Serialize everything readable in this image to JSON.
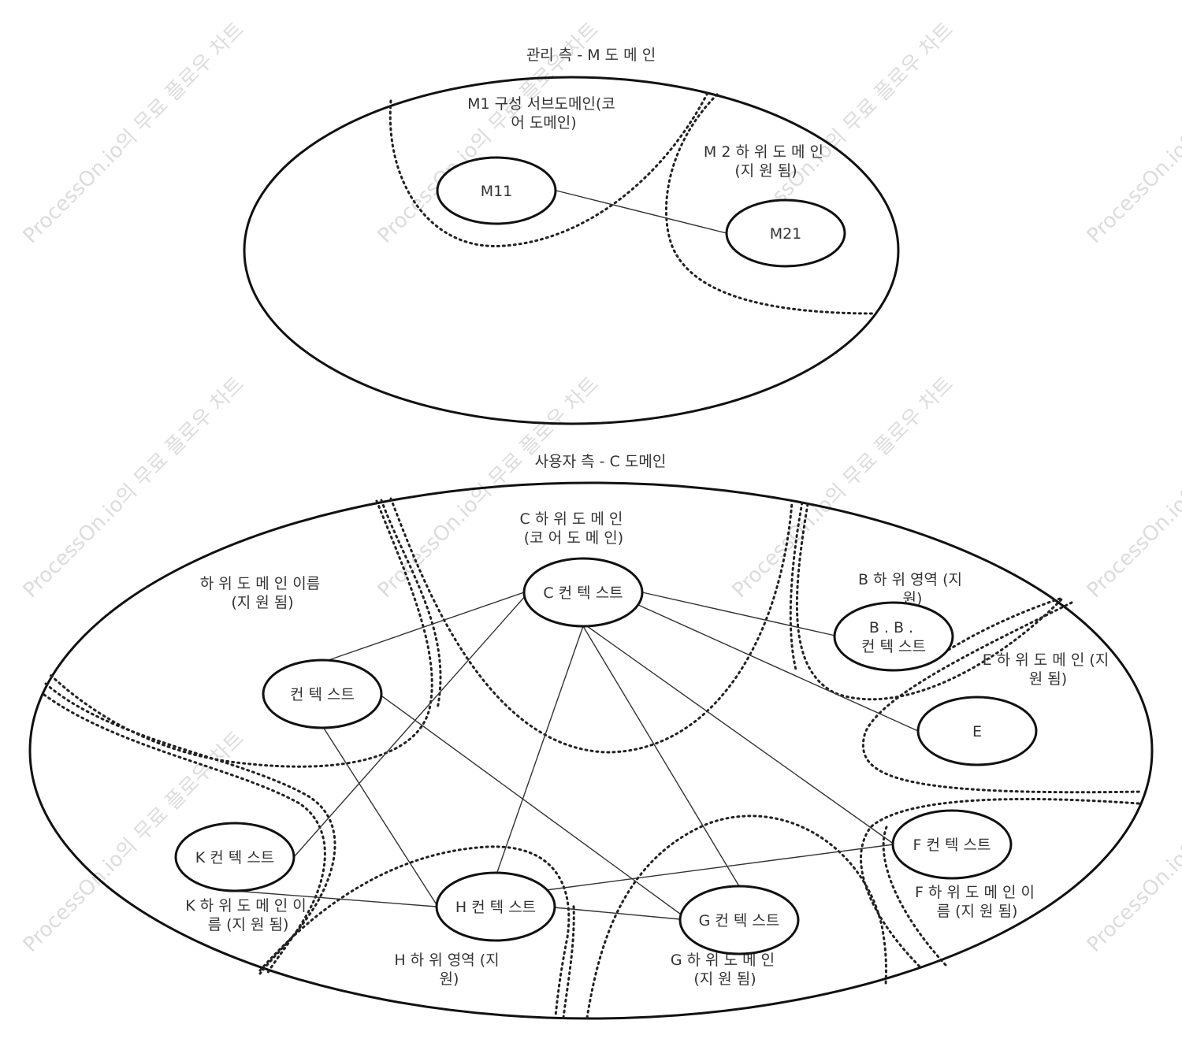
{
  "watermark": "ProcessOn.io의 무료 플로우 차트",
  "domains": {
    "management": {
      "title": "관리 측 - M 도 메 인",
      "subdomains": {
        "m1": [
          "M1 구성 서브도메인(코",
          "어 도메인)"
        ],
        "m2": [
          "M 2 하 위 도 메 인",
          "(지 원 됨)"
        ]
      },
      "nodes": {
        "m11": "M11",
        "m21": "M21"
      }
    },
    "user": {
      "title": "사용자 측 - C 도메인",
      "subdomains": {
        "c": [
          "C 하 위 도 메 인",
          "(코 어 도 메 인)"
        ],
        "name": [
          "하 위 도 메 인 이름",
          "(지 원 됨)"
        ],
        "b": [
          "B 하 위 영역 (지",
          "원)"
        ],
        "e": [
          "E 하 위 도 메 인 (지",
          "원 됨)"
        ],
        "f": [
          "F 하 위 도 메 인 이",
          "름 (지 원 됨)"
        ],
        "k": [
          "K 하 위 도 메 인 이",
          "름 (지 원 됨)"
        ],
        "h": [
          "H 하 위 영역 (지",
          "원)"
        ],
        "g": [
          "G 하 위 도 메 인",
          "(지 원 됨)"
        ]
      },
      "nodes": {
        "c": "C 컨 텍 스트",
        "ctx": "컨 텍 스트",
        "bb": [
          "B . B .",
          "컨 텍 스트"
        ],
        "e": "E",
        "k": "K 컨 텍 스트",
        "h": "H 컨 텍 스트",
        "g": "G 컨 텍 스트",
        "f": "F 컨 텍 스트"
      }
    }
  }
}
